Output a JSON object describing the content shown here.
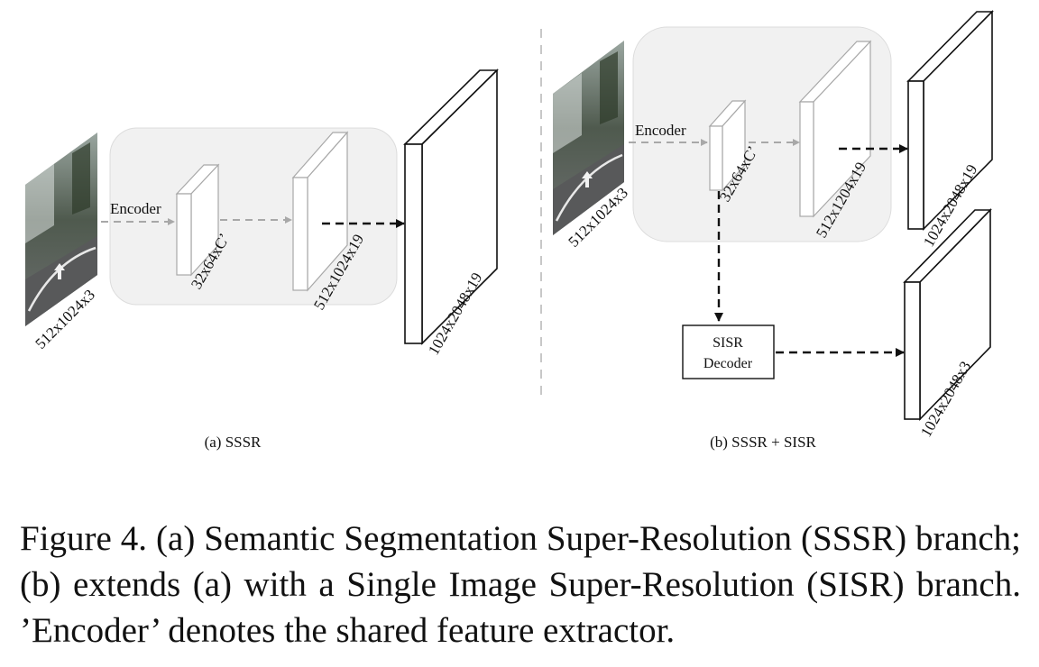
{
  "panel_a": {
    "encoder_label": "Encoder",
    "input_dims": "512x1024x3",
    "feature_dims": "32x64xC’",
    "logit_dims": "512x1024x19",
    "output_dims": "1024x2048x19",
    "subcaption": "(a) SSSR"
  },
  "panel_b": {
    "encoder_label": "Encoder",
    "input_dims": "512x1024x3",
    "feature_dims": "32x64xC’",
    "logit_dims": "512x1204x19",
    "seg_output_dims": "1024x2048x19",
    "decoder_label_line1": "SISR",
    "decoder_label_line2": "Decoder",
    "sr_output_dims": "1024x2048x3",
    "subcaption": "(b) SSSR + SISR"
  },
  "caption": {
    "text": "Figure 4. (a) Semantic Segmentation Super-Resolution (SSSR) branch; (b) extends (a) with a Single Image Super-Resolution (SISR) branch. ’Encoder’ denotes the shared feature extractor."
  },
  "colors": {
    "panel_fill": "#f1f1f1",
    "panel_stroke": "#dcdcdc",
    "gray_arrow": "#a8a8a8",
    "black_arrow": "#111111"
  }
}
